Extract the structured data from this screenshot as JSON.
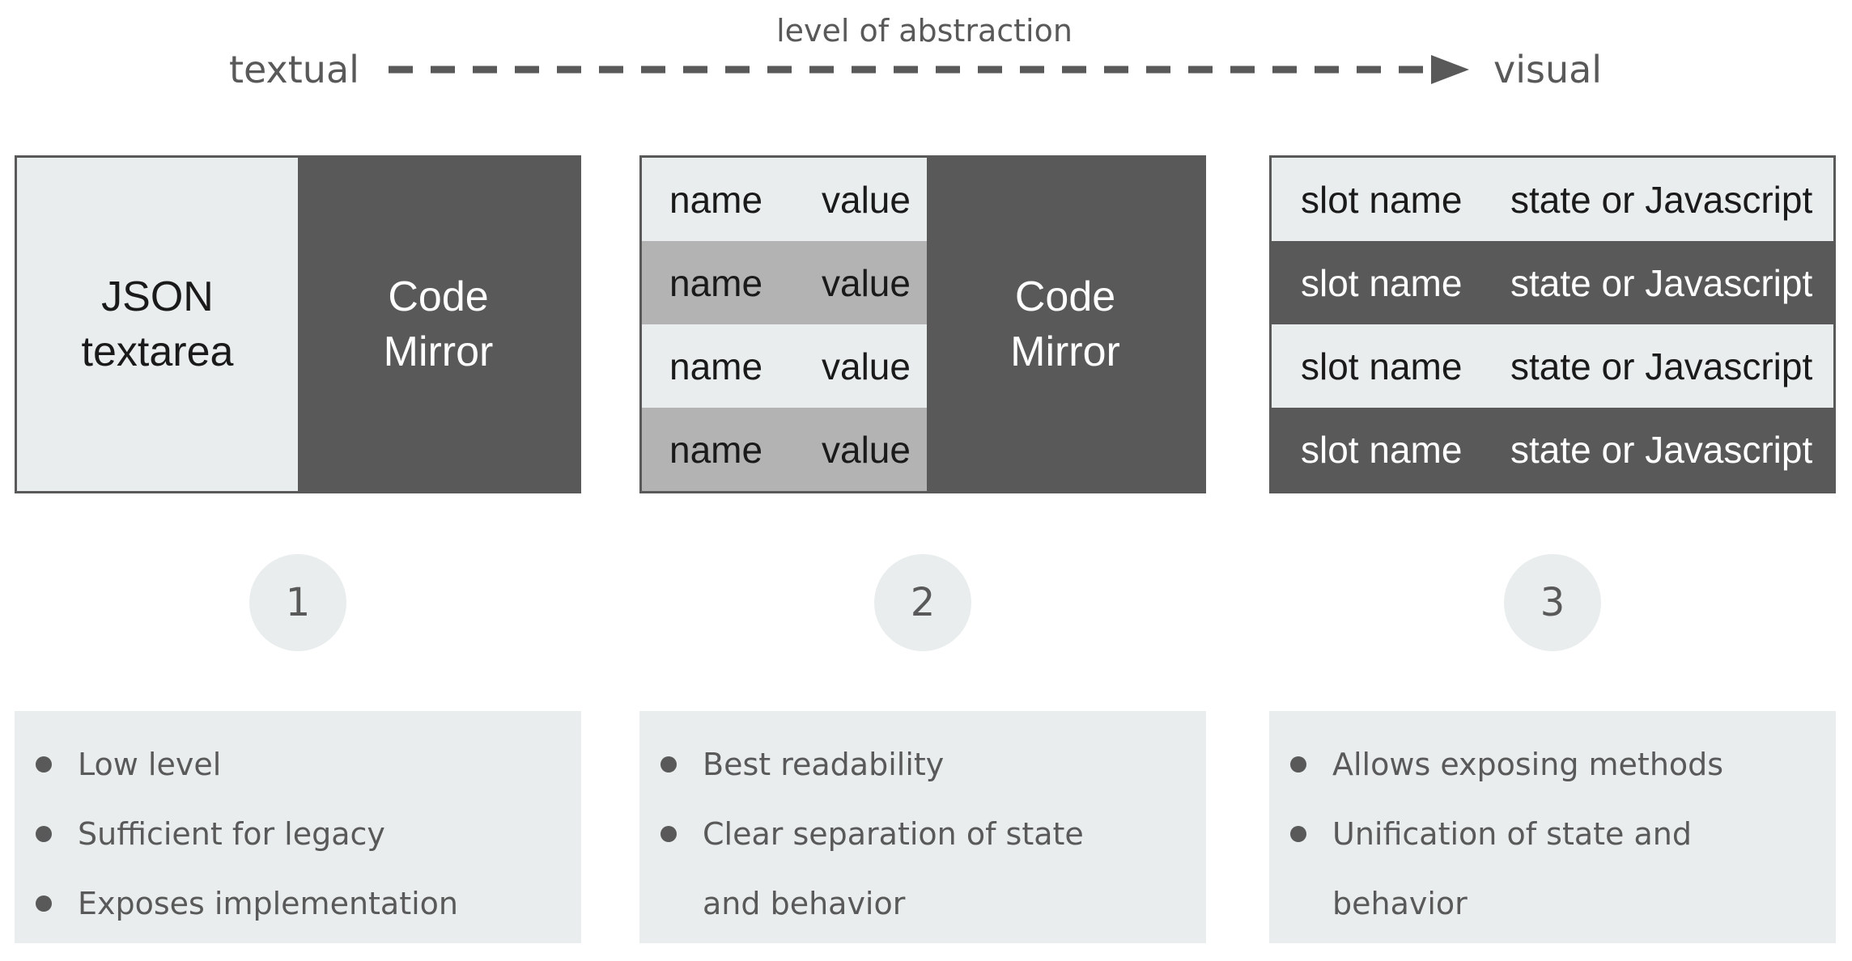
{
  "header": {
    "axis_label": "level of abstraction",
    "left_label": "textual",
    "right_label": "visual"
  },
  "colors": {
    "dark": "#595959",
    "mid": "#b3b3b3",
    "light": "#e9edee",
    "text": "#595959",
    "black": "#1a1a1a",
    "white": "#ffffff"
  },
  "columns": [
    {
      "badge": "1",
      "box": {
        "left_lines": [
          "JSON",
          "textarea"
        ],
        "right_lines": [
          "Code",
          "Mirror"
        ]
      },
      "bullets": [
        "Low level",
        "Sufficient for legacy",
        "Exposes implementation"
      ]
    },
    {
      "badge": "2",
      "box": {
        "rows": [
          {
            "name": "name",
            "value": "value"
          },
          {
            "name": "name",
            "value": "value"
          },
          {
            "name": "name",
            "value": "value"
          },
          {
            "name": "name",
            "value": "value"
          }
        ],
        "right_lines": [
          "Code",
          "Mirror"
        ]
      },
      "bullets": [
        "Best readability",
        "Clear separation of state and behavior"
      ]
    },
    {
      "badge": "3",
      "box": {
        "rows": [
          {
            "name": "slot name",
            "value": "state or Javascript"
          },
          {
            "name": "slot name",
            "value": "state or Javascript"
          },
          {
            "name": "slot name",
            "value": "state or Javascript"
          },
          {
            "name": "slot name",
            "value": "state or Javascript"
          }
        ]
      },
      "bullets": [
        "Allows exposing methods",
        "Unification of state and behavior"
      ]
    }
  ]
}
